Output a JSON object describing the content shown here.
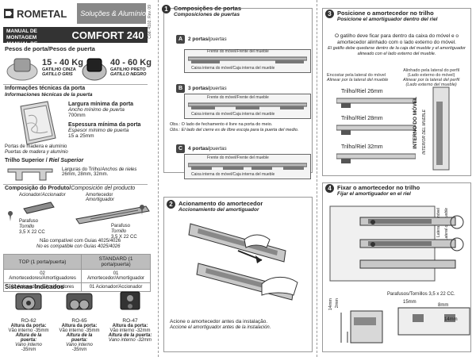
{
  "header": {
    "brand": "ROMETAL",
    "brand_tagline": "Soluções & Alumínio",
    "side_code": "Cód. 4102. Rev. 09",
    "manual_pt": "MANUAL DE MONTAGEM",
    "manual_es": "MANUAL DE INSTALACIÓN",
    "product": "COMFORT 240"
  },
  "weights": {
    "title": "Pesos de porta/Pesos de puerta",
    "items": [
      {
        "range": "15 - 40 Kg",
        "label_pt": "GATILHO CINZA",
        "label_es": "GATILLO GRIS",
        "color": "#9e9e9e"
      },
      {
        "range": "40 - 60 Kg",
        "label_pt": "GATILHO PRETO",
        "label_es": "GATILLO NEGRO",
        "color": "#222222"
      }
    ]
  },
  "tech": {
    "title_pt": "Informações técnicas da porta",
    "title_es": "Informaciones técnicas de la puerta",
    "min_width_pt": "Largura mínima da porta",
    "min_width_es": "Ancho mínimo de puerta",
    "min_width_val": "700mm",
    "thickness_pt": "Espessura mínima da porta",
    "thickness_es": "Espesor mínimo de puerta",
    "thickness_val": "15 a 25mm",
    "material_pt": "Portas de madeira e alumínio",
    "material_es": "Puertas de madera y aluminio"
  },
  "rail": {
    "title_pt": "Trilho Superior",
    "title_es": "Riel Superior",
    "widths_pt": "Larguras do Trilho/",
    "widths_es": "Anchos de rieles",
    "widths_val": "26mm, 28mm, 32mm."
  },
  "composition": {
    "title_pt": "Composição do Produto/",
    "title_es": "Composición del producto",
    "actuator_pt": "Acionador/",
    "actuator_es": "Accionador",
    "damper_pt": "Amortecedor",
    "damper_es": "Amortiguador",
    "screw1_pt": "Parafuso",
    "screw1_es": "Tornillo",
    "screw1_size": "3,5 X 22 CC",
    "screw2_pt": "Parafuso",
    "screw2_es": "Tornillo",
    "screw2_size": "3,5 X 22 CC",
    "note_pt": "Não compatível com Guias 4025/4026",
    "note_es": "No es compatible con Guías 4025/4026"
  },
  "models_table": {
    "headers": [
      "TOP (1 porta/puerta)",
      "STANDARD (1 porta/puerta)"
    ],
    "rows": [
      [
        "02 Amortecedores/Amortiguadores",
        "01 Amortecedor/Amortiguador"
      ],
      [
        "02 Acionadores/Accionadores",
        "01 Acionador/Accionador"
      ]
    ]
  },
  "systems": {
    "title": "Sistemas Indicados",
    "items": [
      {
        "code": "RO-62",
        "h_pt": "Altura da porta:",
        "h_es": "Altura de la puerta:",
        "v_pt": "Vão interno -35mm",
        "v_es": "Vano interno -35mm"
      },
      {
        "code": "RO-65",
        "h_pt": "Altura da porta:",
        "h_es": "Altura de la puerta:",
        "v_pt": "Vão interno -35mm",
        "v_es": "Vano interno -35mm"
      },
      {
        "code": "RO-47",
        "h_pt": "Altura da porta:",
        "h_es": "Altura de la puerta:",
        "v_pt": "Vão interno -32mm",
        "v_es": "Vano interno -32mm"
      }
    ]
  },
  "step1": {
    "num": "1",
    "title_pt": "Composições de portas",
    "title_es": "Composiciones de puertas",
    "a_label": "A",
    "a_text": "2 portas/",
    "a_text_es": "puertas",
    "b_label": "B",
    "b_text": "3 portas/",
    "b_text_es": "puertas",
    "c_label": "C",
    "c_text": "4 portas/",
    "c_text_es": "puertas",
    "front": "Frente do móvel/Frente del mueble",
    "inside": "Caixa interna do móvel/Caja interna del mueble",
    "obs_pt": "Obs.: O lado de fechamento é livre na porta do meio.",
    "obs_es": "Obs.: El lado del cierre es de libre escoja para la puerta del medio."
  },
  "step2": {
    "num": "2",
    "title_pt": "Acionamento do amortecedor",
    "title_es": "Accionamiento del amortiguador",
    "note_pt": "Acione o amortecedor antes da instalação.",
    "note_es": "Accione el amortiguador antes de la instalación."
  },
  "step3": {
    "num": "3",
    "title_pt": "Posicione o amortecedor no trilho",
    "title_es": "Posicione el amortiguador dentro del riel",
    "desc_pt": "O gatilho deve ficar para dentro da caixa do móvel e o amortecedor alinhado com o lado externo do móvel.",
    "desc_es": "El gatillo debe quedarse dentro de la caja del mueble y el amortiguador alineado con el lado externo del mueble.",
    "left_pt": "Encostar pela lateral do móvel",
    "left_es": "Alinear por la lateral del mueble",
    "right_pt": "Alinhado pela lateral do perfil",
    "right_mid": "(Lado externo do móvel)",
    "right_es": "Alinear por la lateral del perfil",
    "right_es_mid": "(Lado externo del mueble)",
    "rails": [
      "Trilho/Riel 26mm",
      "Trilho/Riel 28mm",
      "Trilho/Riel 32mm"
    ],
    "vertical_pt": "INTERNO DO MÓVEL",
    "vertical_es": "INTERIOR DEL MUEBLE"
  },
  "step4": {
    "num": "4",
    "title_pt": "Fixar o amortecedor no trilho",
    "title_es": "Fijar el amortiguador en el riel",
    "side_pt": "Lateral do móvel",
    "side_es": "Lateral del mueble",
    "screws": "Parafusos/Tornillos 3,5 x 22 CC.",
    "dims": [
      "14mm",
      "2mm",
      "15mm",
      "8mm",
      "14mm"
    ]
  }
}
